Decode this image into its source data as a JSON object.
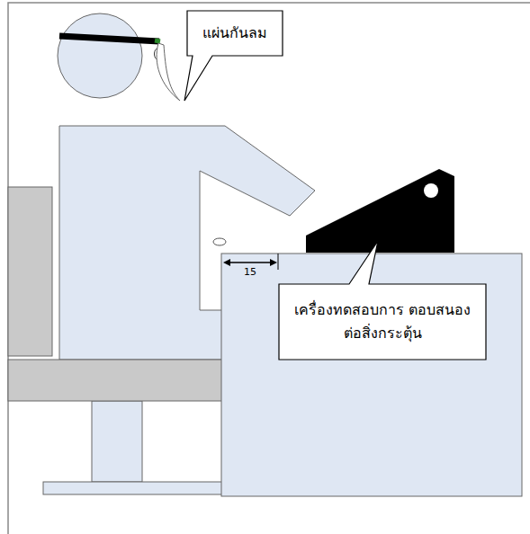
{
  "diagram": {
    "nodes": [
      {
        "text": [
          "แผ่นกันลม"
        ]
      },
      {
        "text": [
          "เครื่องทดสอบการ ตอบสนองต่อสิ่งกระตุ้น"
        ]
      }
    ],
    "labels": [
      "15"
    ]
  }
}
